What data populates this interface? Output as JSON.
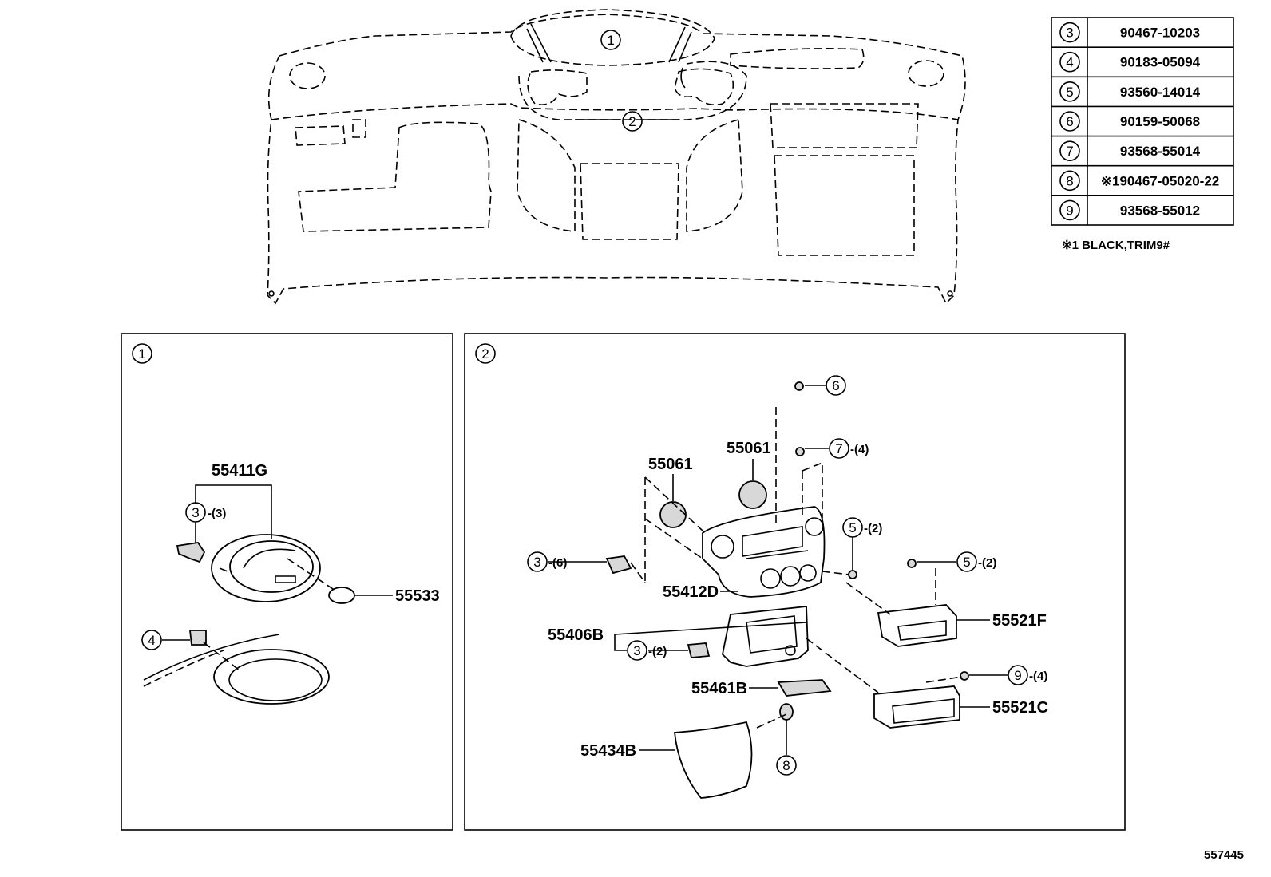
{
  "sheet_id": "557445",
  "table": {
    "rows": [
      {
        "ref": "3",
        "part": "90467-10203"
      },
      {
        "ref": "4",
        "part": "90183-05094"
      },
      {
        "ref": "5",
        "part": "93560-14014"
      },
      {
        "ref": "6",
        "part": "90159-50068"
      },
      {
        "ref": "7",
        "part": "93568-55014"
      },
      {
        "ref": "8",
        "part": "※190467-05020-22"
      },
      {
        "ref": "9",
        "part": "93568-55012"
      }
    ],
    "note": "※1 BLACK,TRIM9#"
  },
  "overview": {
    "callout_1": "1",
    "callout_2": "2"
  },
  "panel_1": {
    "index": "1",
    "labels": {
      "p55411G": "55411G",
      "p55533": "55533",
      "c3": "3",
      "c3_qty": "-(3)",
      "c4": "4"
    }
  },
  "panel_2": {
    "index": "2",
    "labels": {
      "p55061a": "55061",
      "p55061b": "55061",
      "p55412D": "55412D",
      "p55406B": "55406B",
      "p55461B": "55461B",
      "p55434B": "55434B",
      "p55521F": "55521F",
      "p55521C": "55521C",
      "c6": "6",
      "c7": "7",
      "c7_qty": "-(4)",
      "c5a": "5",
      "c5a_qty": "-(2)",
      "c5b": "5",
      "c5b_qty": "-(2)",
      "c3a": "3",
      "c3a_qty": "-(6)",
      "c3b": "3",
      "c3b_qty": "-(2)",
      "c9": "9",
      "c9_qty": "-(4)",
      "c8": "8"
    }
  }
}
